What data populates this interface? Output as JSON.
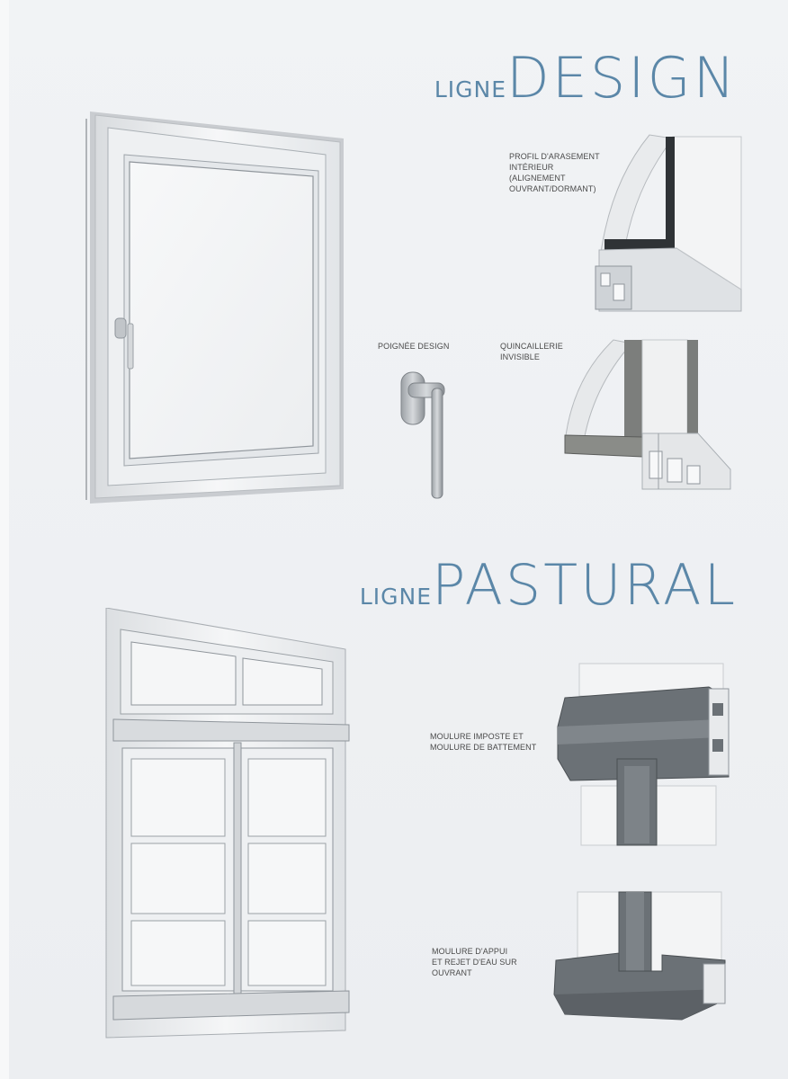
{
  "design": {
    "title_small": "LIGNE",
    "title_big": "DESIGN",
    "labels": {
      "profil": "PROFIL D'ARASEMENT\nINTÉRIEUR\n(ALIGNEMENT\nOUVRANT/DORMANT)",
      "poignee": "POIGNÉE DESIGN",
      "quincaillerie": "QUINCAILLERIE\nINVISIBLE"
    }
  },
  "pastural": {
    "title_small": "LIGNE",
    "title_big": "PASTURAL",
    "labels": {
      "moulure_imposte": "MOULURE IMPOSTE ET\nMOULURE DE BATTEMENT",
      "moulure_appui": "MOULURE D'APPUI\nET REJET D'EAU SUR\nOUVRANT"
    }
  },
  "colors": {
    "title_blue": "#5b87a8",
    "grey_profile": "#6e7479",
    "white_frame": "#f4f5f6"
  }
}
